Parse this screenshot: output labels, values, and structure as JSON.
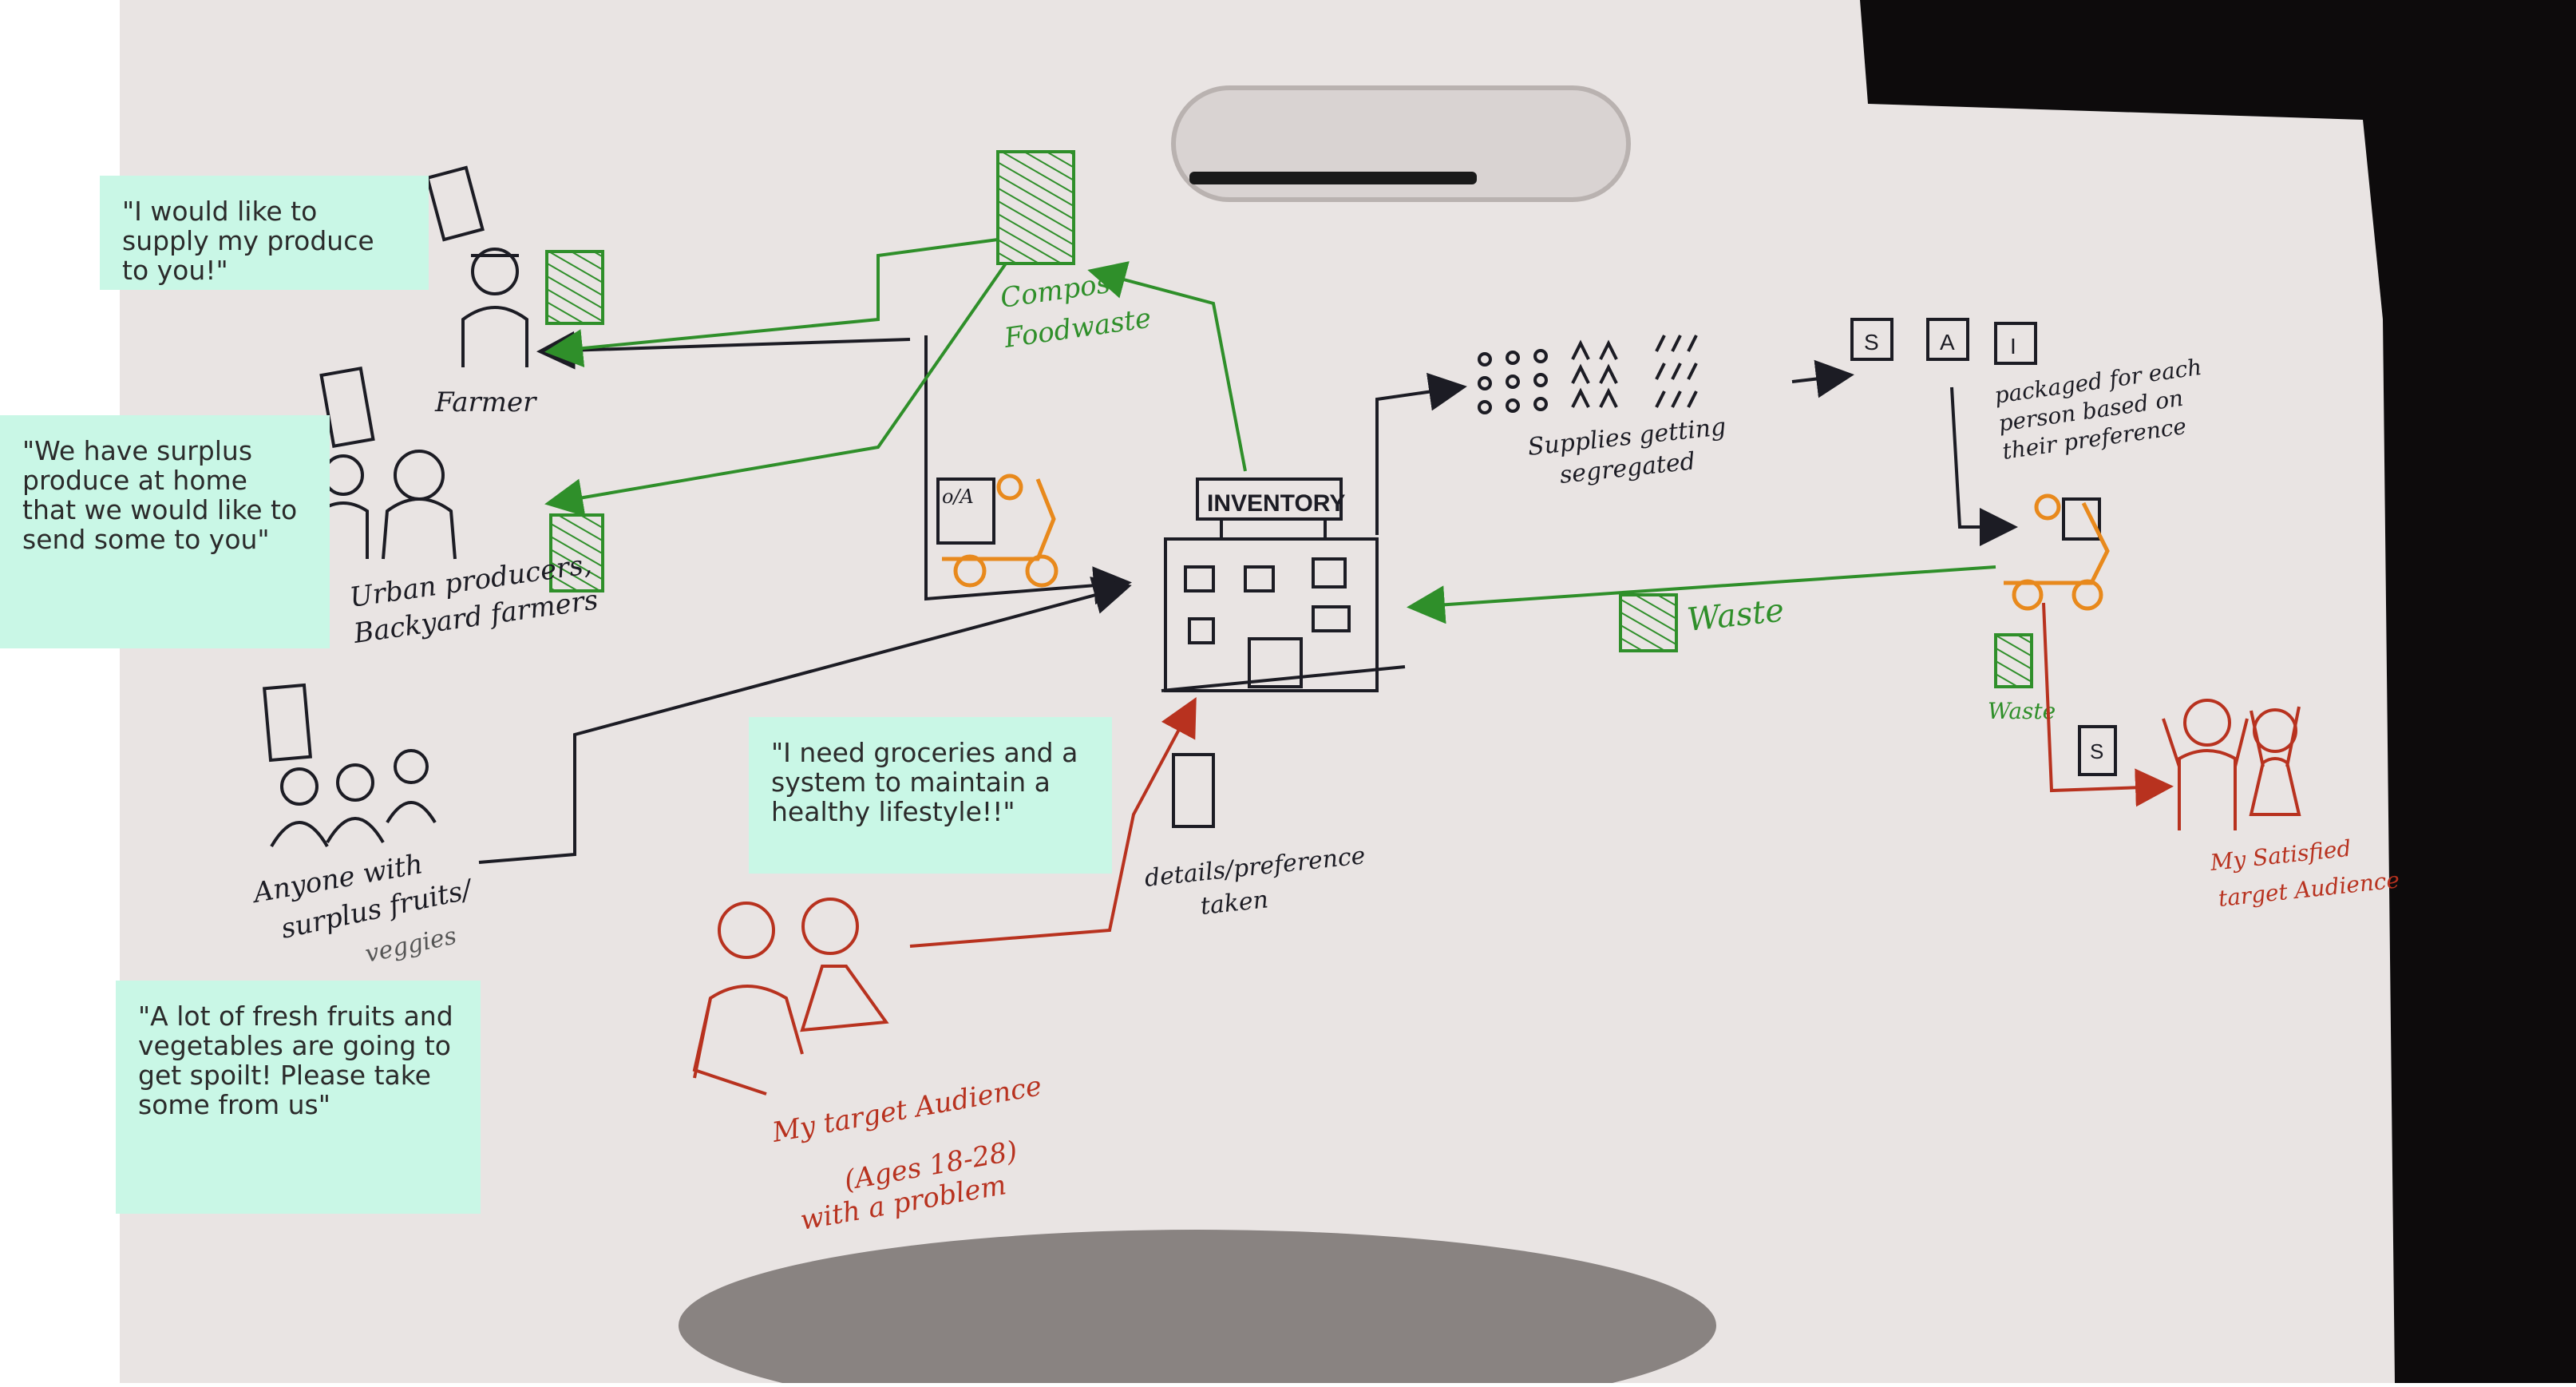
{
  "colors": {
    "paper": "#e9e4e3",
    "ink_black": "#1c1c24",
    "ink_green": "#2f8f2a",
    "ink_orange": "#e8891c",
    "ink_red": "#b8321f",
    "note_bg": "#c9f7e6",
    "dark": "#0d0b0c"
  },
  "quotes": {
    "farmer": "\"I would like to supply my produce to you!\"",
    "urban": "\"We have surplus produce at home that we would like to send some to you\"",
    "anyone": "\"A lot of fresh fruits and vegetables are going to get spoilt! Please take some from us\"",
    "target": "\"I need groceries and a system to maintain a healthy lifestyle!!\""
  },
  "labels": {
    "farmer": "Farmer",
    "urban_1": "Urban producers,",
    "urban_2": "Backyard farmers",
    "anyone_1": "Anyone with",
    "anyone_2": "surplus fruits/",
    "anyone_3": "veggies",
    "compost": "Compost",
    "foodwaste": "Foodwaste",
    "inventory": "INVENTORY",
    "supplies_1": "Supplies getting",
    "supplies_2": "segregated",
    "packaged_1": "packaged for each",
    "packaged_2": "person based on",
    "packaged_3": "their preference",
    "waste_main": "Waste",
    "waste_small": "Waste",
    "details_1": "details/preference",
    "details_2": "taken",
    "target_1": "My target Audience",
    "target_2": "(Ages 18-28)",
    "target_3": "with a problem",
    "satisfied_1": "My Satisfied",
    "satisfied_2": "target Audience",
    "box_s": "S",
    "box_a": "A",
    "box_i": "I",
    "van_box": "o/A"
  }
}
